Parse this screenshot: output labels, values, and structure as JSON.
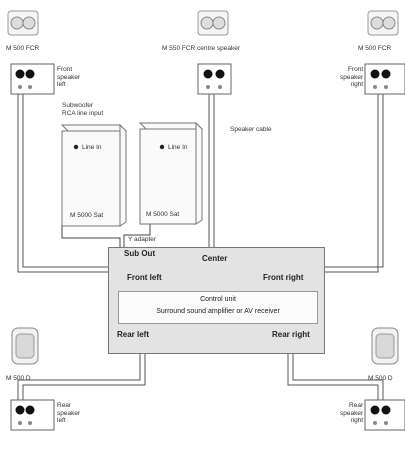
{
  "speakers": {
    "front_left_model": "M 500 FCR",
    "center_model": "M 550 FCR centre speaker",
    "front_right_model": "M 500 FCR",
    "rear_left_model": "M 500 D",
    "rear_right_model": "M 500 D"
  },
  "terminals": {
    "front_left": [
      "Front",
      "speaker",
      "left"
    ],
    "front_right": [
      "Front",
      "speaker",
      "right"
    ],
    "rear_left": [
      "Rear",
      "speaker",
      "left"
    ],
    "rear_right": [
      "Rear",
      "speaker",
      "right"
    ]
  },
  "subwoofers": {
    "input_label": [
      "Subwoofer",
      "RCA line input"
    ],
    "left_input": "Line In",
    "right_input": "Line In",
    "left_model": "M 5000 Sat",
    "right_model": "M 5000 Sat",
    "adapter": "Y adapter"
  },
  "cable_label": "Speaker cable",
  "control_unit": {
    "sub_out": "Sub Out",
    "center": "Center",
    "front_left": "Front left",
    "front_right": "Front right",
    "title": "Control unit",
    "subtitle": "Surround sound amplifier or AV receiver",
    "rear_left": "Rear left",
    "rear_right": "Rear right"
  }
}
